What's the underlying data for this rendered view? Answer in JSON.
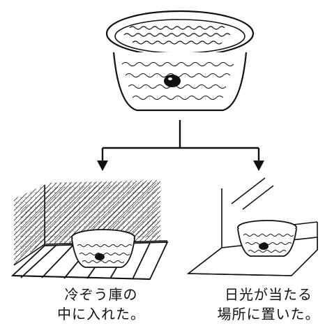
{
  "labels": {
    "refrigerator": {
      "line1": "冷ぞう庫の",
      "line2": "中に入れた。"
    },
    "sunlight": {
      "line1": "日光が当たる",
      "line2": "場所に置いた。"
    }
  },
  "colors": {
    "ink": "#111111",
    "background": "#ffffff"
  }
}
